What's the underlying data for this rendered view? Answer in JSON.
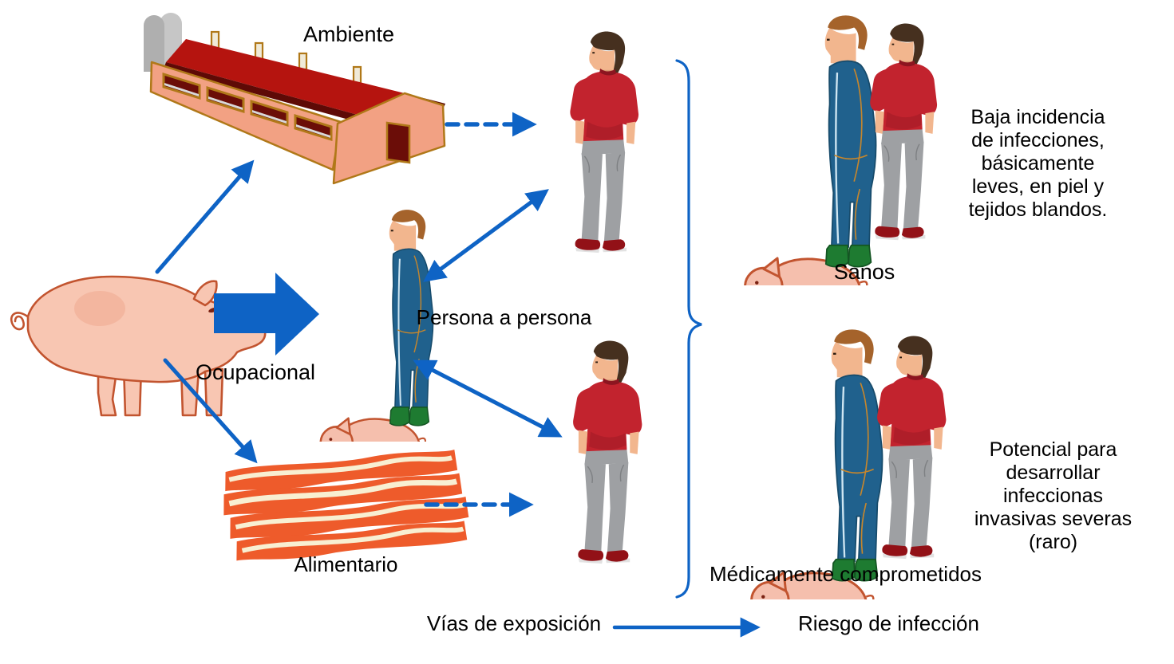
{
  "diagram": {
    "labels": {
      "ambiente": "Ambiente",
      "ocupacional": "Ocupacional",
      "persona_a_persona": "Persona a persona",
      "alimentario": "Alimentario",
      "sanos": "Sanos",
      "medicamente_comprometidos": "Médicamente comprometidos",
      "vias_de_exposicion": "Vías de exposición",
      "riesgo_de_infeccion": "Riesgo de infección"
    },
    "outcomes": {
      "sanos_text": "Baja incidencia\nde infecciones,\nbásicamente\nleves, en piel y\ntejidos blandos.",
      "comprometidos_text": "Potencial para\ndesarrollar\ninfeccionas\ninvasivas severas\n(raro)"
    },
    "icons": {
      "pig": "pig-icon",
      "barn": "barn-icon",
      "bacon": "bacon-icon",
      "farmer_with_piglets": "farmer-with-piglets-icon",
      "man_red_shirt": "man-red-shirt-icon",
      "brace": "curly-brace",
      "solid_arrow": "blue-arrow",
      "dashed_arrow": "blue-dashed-arrow"
    },
    "colors": {
      "arrow_blue": "#0E63C5",
      "text": "#000000",
      "background": "#FFFFFF",
      "pig_fill": "#F8C6B2",
      "pig_outline": "#C2542F",
      "barn_roof": "#B5140F",
      "barn_roof_dark": "#5E0A06",
      "barn_wall": "#F2A183",
      "barn_trim": "#B07818",
      "coverall_blue": "#20618D",
      "boots_green": "#1E7B31",
      "shirt_red": "#C2232E",
      "pants_grey": "#9EA0A3",
      "shoe_red": "#921117",
      "bacon_orange": "#EE5B2B",
      "bacon_fat": "#F8EFD2",
      "silo_grey": "#B6B6B6"
    }
  }
}
